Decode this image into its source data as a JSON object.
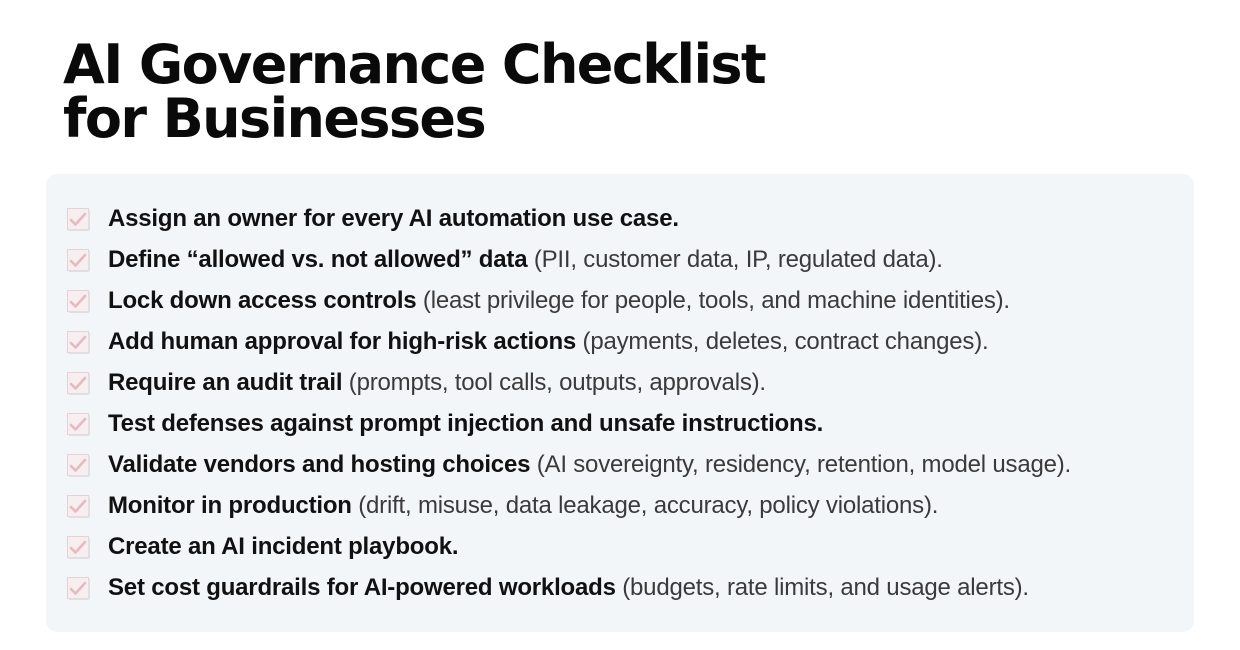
{
  "header": {
    "title_line1": "AI Governance Checklist",
    "title_line2": "for Businesses"
  },
  "colors": {
    "card_background": "#f3f6f9",
    "checkbox_fill": "#f7eef0",
    "checkbox_border": "#e6d2d6",
    "check_mark": "#e7b9c1",
    "bold_text": "#111111",
    "detail_text": "#3a3a3a"
  },
  "checklist": {
    "items": [
      {
        "checked": true,
        "lead": "Assign an owner for every AI automation use case.",
        "detail": ""
      },
      {
        "checked": true,
        "lead": "Define “allowed vs. not allowed” data",
        "detail": " (PII, customer data, IP, regulated data)."
      },
      {
        "checked": true,
        "lead": "Lock down access controls",
        "detail": " (least privilege for people, tools, and machine identities)."
      },
      {
        "checked": true,
        "lead": "Add human approval for high-risk actions",
        "detail": " (payments, deletes, contract changes)."
      },
      {
        "checked": true,
        "lead": "Require an audit trail",
        "detail": " (prompts, tool calls, outputs, approvals)."
      },
      {
        "checked": true,
        "lead": "Test defenses against prompt injection and unsafe instructions.",
        "detail": ""
      },
      {
        "checked": true,
        "lead": "Validate vendors and hosting choices",
        "detail": " (AI sovereignty, residency, retention, model usage)."
      },
      {
        "checked": true,
        "lead": "Monitor in production",
        "detail": " (drift, misuse, data leakage, accuracy, policy violations)."
      },
      {
        "checked": true,
        "lead": "Create an AI incident playbook.",
        "detail": ""
      },
      {
        "checked": true,
        "lead": "Set cost guardrails for AI-powered workloads",
        "detail": " (budgets, rate limits, and usage alerts)."
      }
    ]
  }
}
